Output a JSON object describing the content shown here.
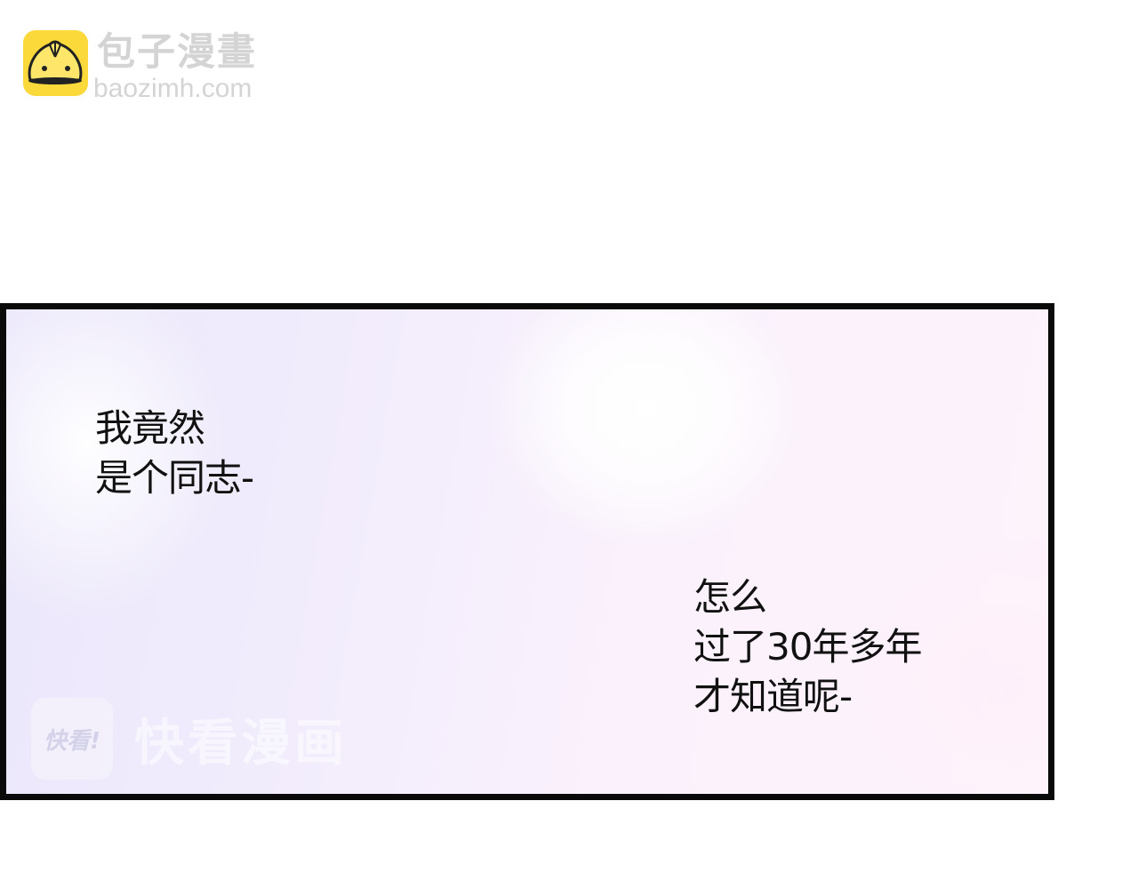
{
  "watermark_top": {
    "title": "包子漫畫",
    "url": "baozimh.com",
    "icon": "bun-mascot-icon",
    "icon_color": "#fcd93a"
  },
  "panel": {
    "border_color": "#0a0a0a",
    "dialogue": [
      {
        "text": "我竟然\n是个同志-"
      },
      {
        "text": "怎么\n过了30年多年\n才知道呢-"
      }
    ]
  },
  "watermark_bottom": {
    "icon_label": "快看!",
    "text": "快看漫画"
  }
}
